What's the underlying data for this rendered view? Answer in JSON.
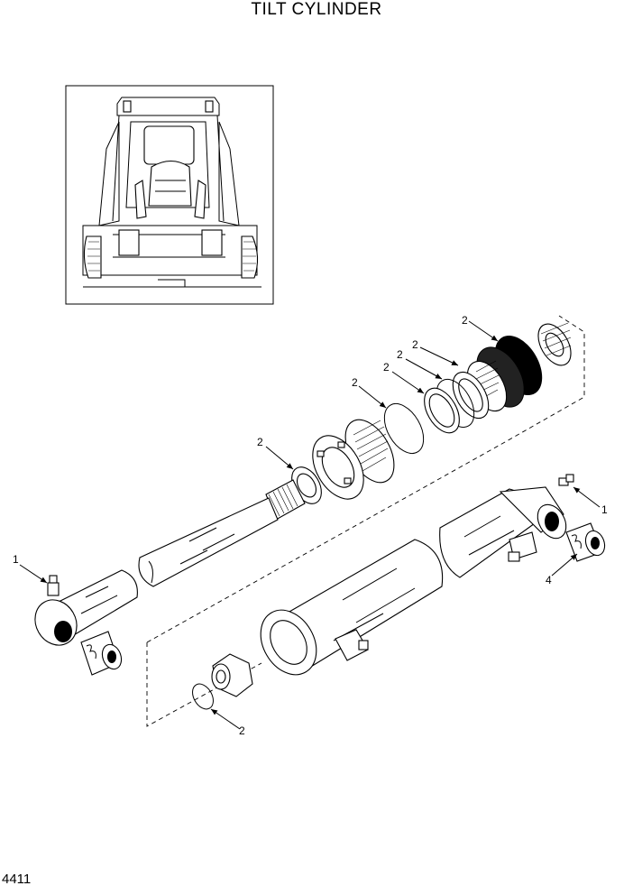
{
  "page": {
    "title": "TILT CYLINDER",
    "page_number": "4411"
  },
  "callouts": [
    {
      "id": "rod-end-grease-fitting",
      "label": "1"
    },
    {
      "id": "tube-grease-fitting",
      "label": "1"
    },
    {
      "id": "bushing",
      "label": "4"
    },
    {
      "id": "wiper-seal",
      "label": "2"
    },
    {
      "id": "gland-oring",
      "label": "2"
    },
    {
      "id": "rod-seal-a",
      "label": "2"
    },
    {
      "id": "rod-seal-b",
      "label": "2"
    },
    {
      "id": "backup-ring",
      "label": "2"
    },
    {
      "id": "piston-seal",
      "label": "2"
    },
    {
      "id": "nut-oring",
      "label": "2"
    }
  ]
}
